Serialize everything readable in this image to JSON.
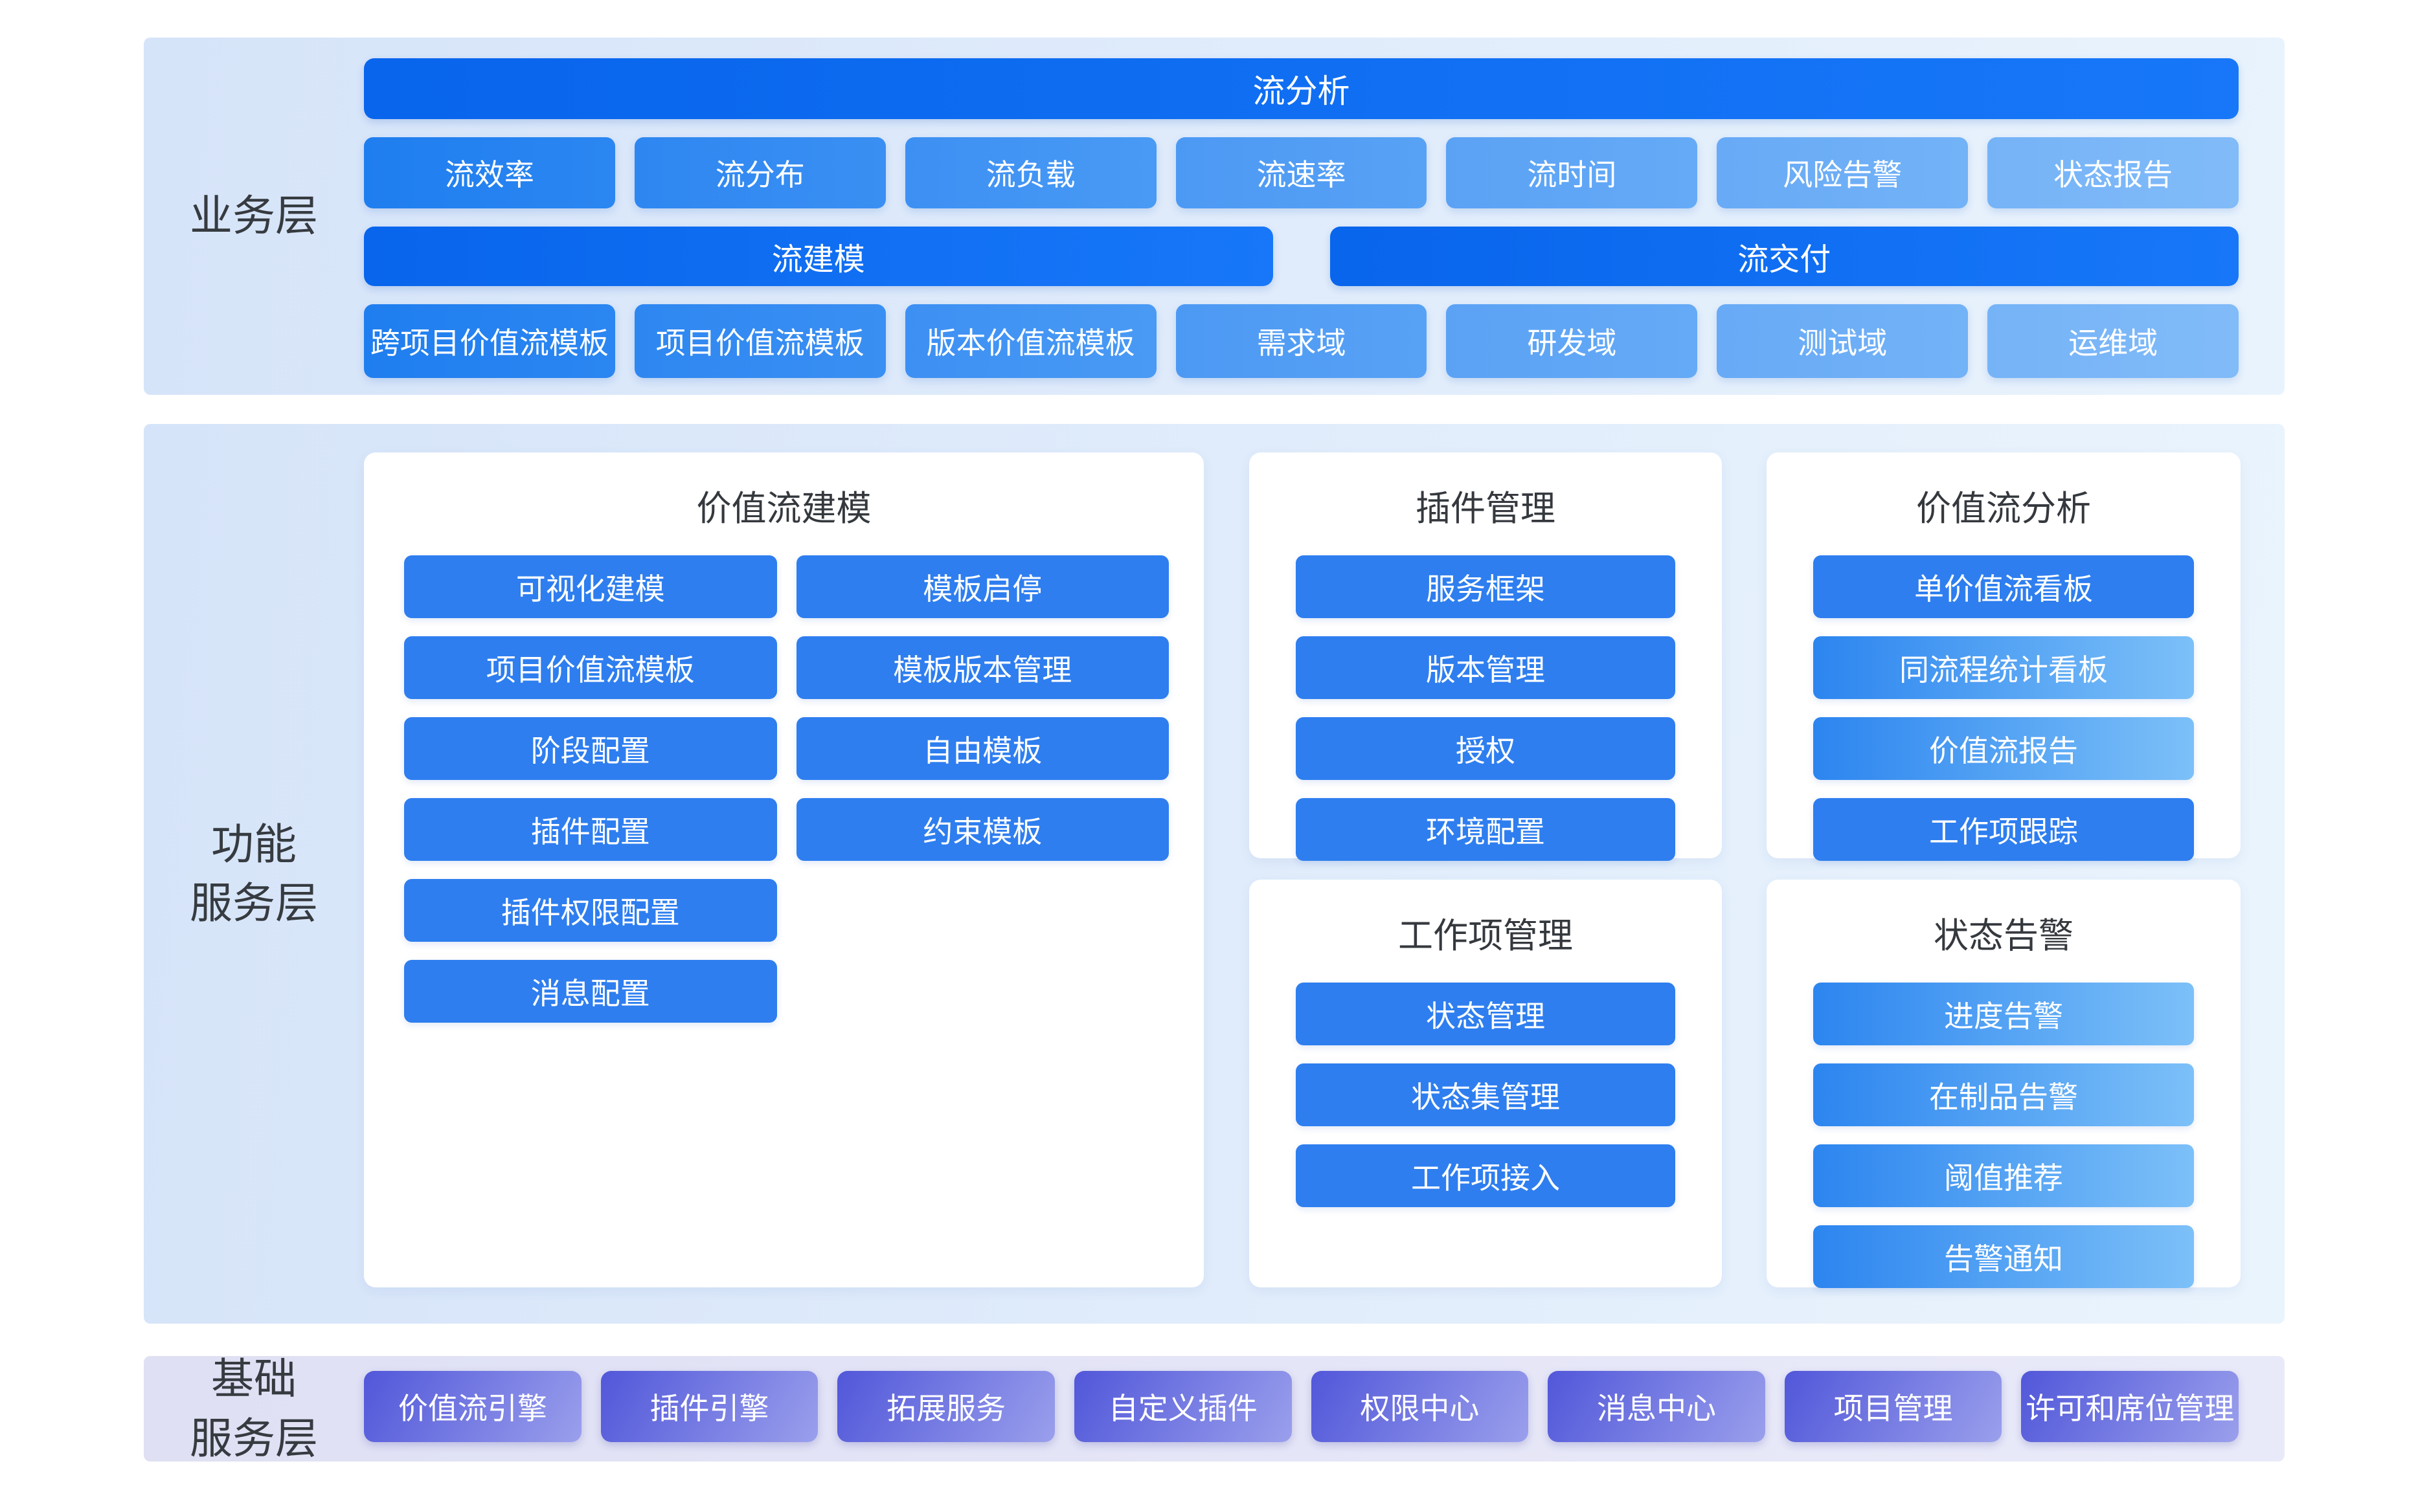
{
  "business": {
    "label": "业务层",
    "top_bar": "流分析",
    "metrics": [
      "流效率",
      "流分布",
      "流负载",
      "流速率",
      "流时间",
      "风险告警",
      "状态报告"
    ],
    "mid_bars": [
      "流建模",
      "流交付"
    ],
    "domains": [
      "跨项目价值流模板",
      "项目价值流模板",
      "版本价值流模板",
      "需求域",
      "研发域",
      "测试域",
      "运维域"
    ]
  },
  "functional": {
    "label_line1": "功能",
    "label_line2": "服务层",
    "cards": {
      "modeling": {
        "title": "价值流建模",
        "col1": [
          "可视化建模",
          "项目价值流模板",
          "阶段配置",
          "插件配置",
          "插件权限配置",
          "消息配置"
        ],
        "col2": [
          "模板启停",
          "模板版本管理",
          "自由模板",
          "约束模板"
        ]
      },
      "plugin": {
        "title": "插件管理",
        "items": [
          "服务框架",
          "版本管理",
          "授权",
          "环境配置"
        ]
      },
      "analysis": {
        "title": "价值流分析",
        "items": [
          "单价值流看板",
          "同流程统计看板",
          "价值流报告",
          "工作项跟踪"
        ]
      },
      "workitem": {
        "title": "工作项管理",
        "items": [
          "状态管理",
          "状态集管理",
          "工作项接入"
        ]
      },
      "alert": {
        "title": "状态告警",
        "items": [
          "进度告警",
          "在制品告警",
          "阈值推荐",
          "告警通知"
        ]
      }
    }
  },
  "foundation": {
    "label_line1": "基础",
    "label_line2": "服务层",
    "services": [
      "价值流引擎",
      "插件引擎",
      "拓展服务",
      "自定义插件",
      "权限中心",
      "消息中心",
      "项目管理",
      "许可和席位管理"
    ]
  },
  "colors": {
    "dark_bar_start": "#0865EC",
    "dark_bar_end": "#1777F8",
    "metric_pill_start": "#1F7EEF",
    "metric_pill_end": "#81BBF8",
    "card_button": "#2E7EEF",
    "card_button_gradient_end": "#7CC0F8",
    "foundation_button_start": "#5157D9",
    "foundation_button_end": "#9A9FEC",
    "business_layer_bg_start": "#D6E4F9",
    "business_layer_bg_end": "#E9F3FD",
    "foundation_layer_bg": "#E2E3F7",
    "label_text": "#363B40",
    "button_text": "#FFFFFF"
  }
}
